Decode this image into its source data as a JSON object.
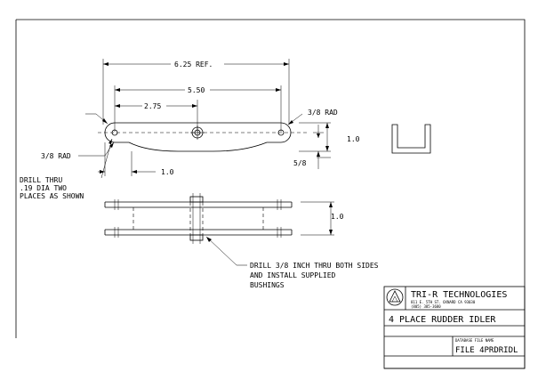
{
  "dimensions": {
    "overall_ref": "6.25 REF.",
    "hole_spacing": "5.50",
    "center_offset": "2.75",
    "radius_right": "3/8 RAD",
    "radius_left": "3/8 RAD",
    "height_top": "1.0",
    "offset": "5/8",
    "end_offset": "1.0",
    "height_side": "1.0"
  },
  "notes": {
    "drill_left": [
      "DRILL THRU",
      ".19 DIA TWO",
      "PLACES AS SHOWN"
    ],
    "drill_bottom": [
      "DRILL 3/8 INCH THRU BOTH SIDES",
      "AND INSTALL SUPPLIED",
      "BUSHINGS"
    ]
  },
  "title_block": {
    "company": "TRI-R TECHNOLOGIES",
    "address": "811 E. 5TH ST. OXNARD CA 93030",
    "phone": "(805) 385-3680",
    "part_name": "4 PLACE RUDDER IDLER",
    "file_caption": "DATABASE FILE NAME",
    "file": "FILE 4PRDRIDL"
  }
}
